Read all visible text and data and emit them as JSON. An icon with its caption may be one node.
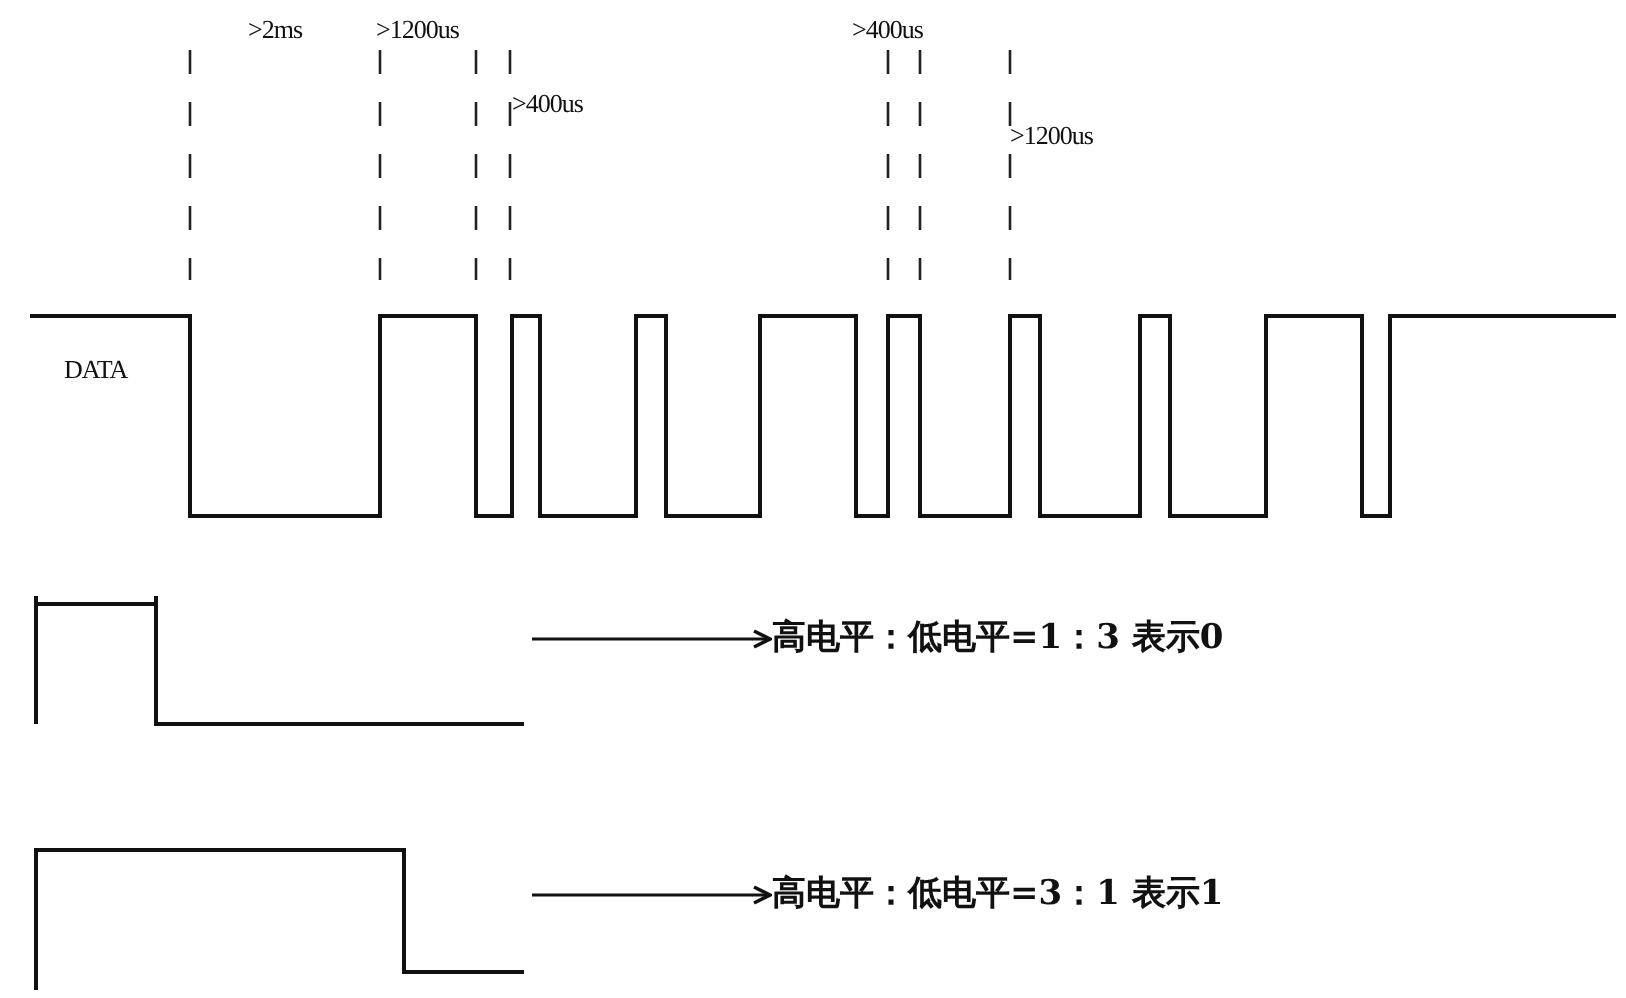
{
  "diagram": {
    "nodes": [
      {
        "text": [],
        "shape": "waveform"
      },
      {
        "text": [
          "高电平：低电平=1：3 表示0"
        ]
      },
      {
        "text": [],
        "shape": "waveform"
      },
      {
        "text": [
          "高电平：低电平=3：1 表示1"
        ]
      }
    ],
    "edges": [
      {
        "from": 0,
        "to": 1,
        "arrow": "to"
      },
      {
        "from": 2,
        "to": 3,
        "arrow": "to"
      }
    ],
    "labels": [
      ">2ms",
      ">1200us",
      ">400us",
      ">400us",
      ">1200us",
      "DATA"
    ]
  }
}
